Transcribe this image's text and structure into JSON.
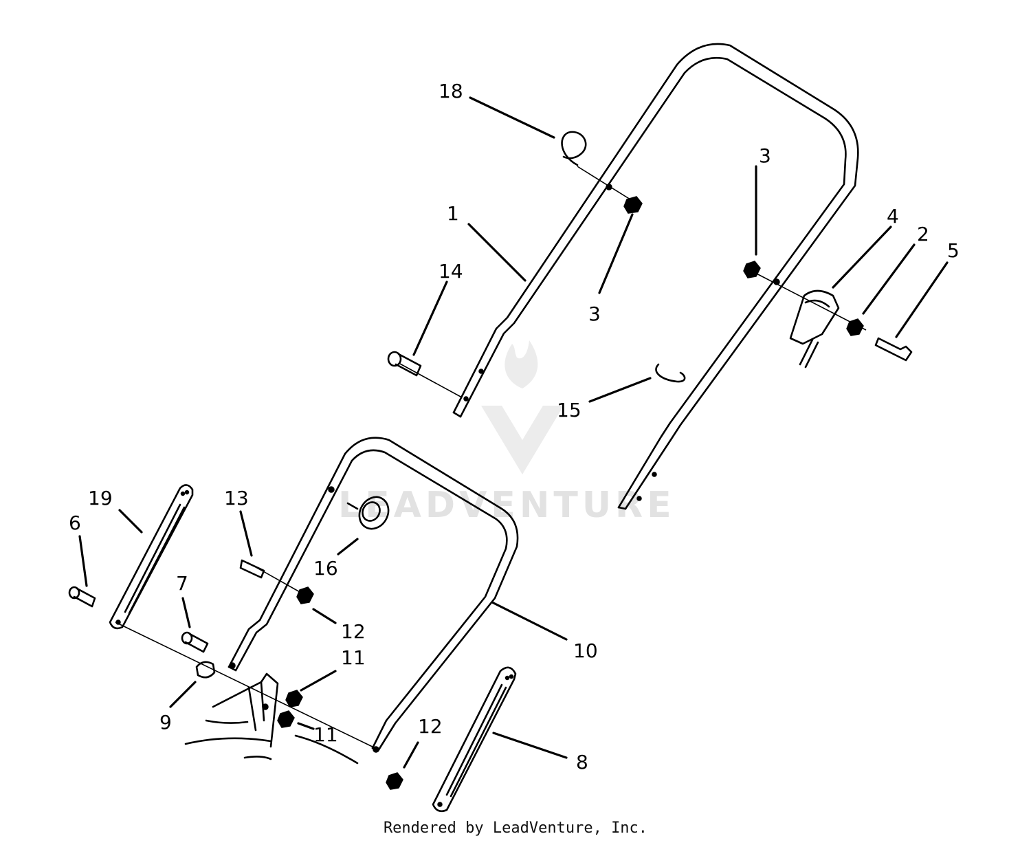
{
  "diagram": {
    "labels": [
      {
        "id": "18",
        "text": "18"
      },
      {
        "id": "1",
        "text": "1"
      },
      {
        "id": "14",
        "text": "14"
      },
      {
        "id": "3a",
        "text": "3"
      },
      {
        "id": "3b",
        "text": "3"
      },
      {
        "id": "4",
        "text": "4"
      },
      {
        "id": "2",
        "text": "2"
      },
      {
        "id": "5",
        "text": "5"
      },
      {
        "id": "15",
        "text": "15"
      },
      {
        "id": "19",
        "text": "19"
      },
      {
        "id": "6",
        "text": "6"
      },
      {
        "id": "13",
        "text": "13"
      },
      {
        "id": "16",
        "text": "16"
      },
      {
        "id": "7",
        "text": "7"
      },
      {
        "id": "12a",
        "text": "12"
      },
      {
        "id": "10",
        "text": "10"
      },
      {
        "id": "11a",
        "text": "11"
      },
      {
        "id": "9",
        "text": "9"
      },
      {
        "id": "11b",
        "text": "11"
      },
      {
        "id": "12b",
        "text": "12"
      },
      {
        "id": "8",
        "text": "8"
      }
    ]
  },
  "watermark": {
    "text": "LEADVENTURE",
    "color": "#e2e2e2"
  },
  "footer": {
    "credit": "Rendered by LeadVenture, Inc."
  }
}
